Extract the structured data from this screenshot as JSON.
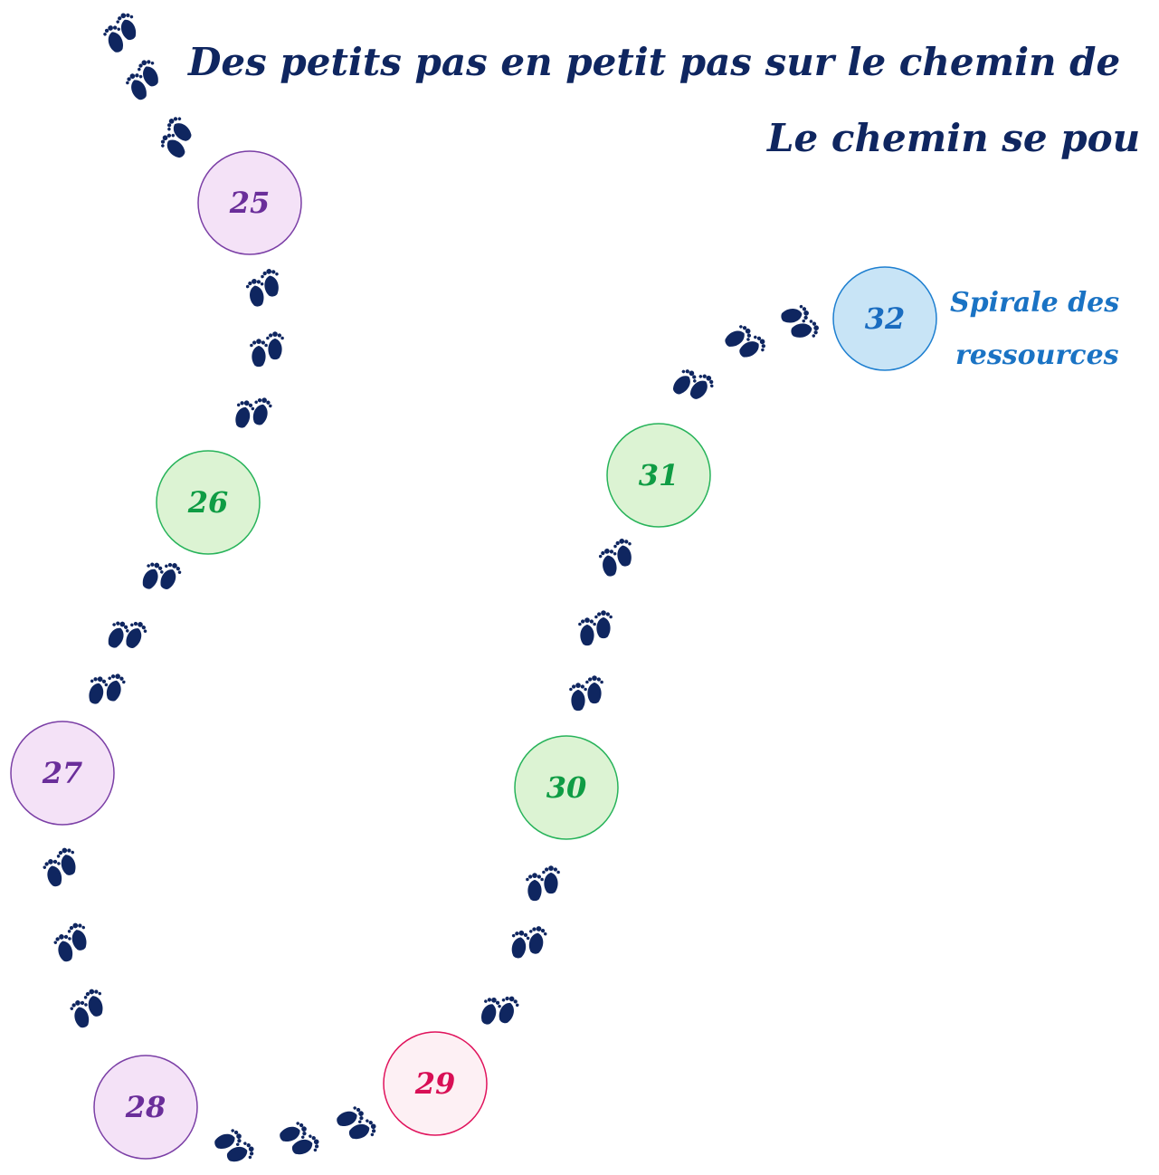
{
  "title": {
    "line1": "Des petits pas en petit pas sur le chemin de",
    "line2": "Le chemin se pou"
  },
  "end_label": {
    "line1": "Spirale des",
    "line2": "ressources"
  },
  "colors": {
    "title": "#0f2660",
    "footprint": "#0f2660",
    "purple_fill": "#f4e2f7",
    "purple_stroke": "#7b3fa6",
    "purple_text": "#6a2e9a",
    "green_fill": "#dcf3d3",
    "green_stroke": "#27b35a",
    "green_text": "#0f9c44",
    "pink_fill": "#fdf0f4",
    "pink_stroke": "#e0135c",
    "pink_text": "#d80f55",
    "blue_fill": "#c8e4f6",
    "blue_stroke": "#1e7fd0",
    "blue_text": "#1a6cc0",
    "end_label": "#1a73c4"
  },
  "steps": [
    {
      "number": "25",
      "color": "purple"
    },
    {
      "number": "26",
      "color": "green"
    },
    {
      "number": "27",
      "color": "purple"
    },
    {
      "number": "28",
      "color": "purple"
    },
    {
      "number": "29",
      "color": "pink"
    },
    {
      "number": "30",
      "color": "green"
    },
    {
      "number": "31",
      "color": "green"
    },
    {
      "number": "32",
      "color": "blue"
    }
  ],
  "footprint_icon": "footprints-icon"
}
